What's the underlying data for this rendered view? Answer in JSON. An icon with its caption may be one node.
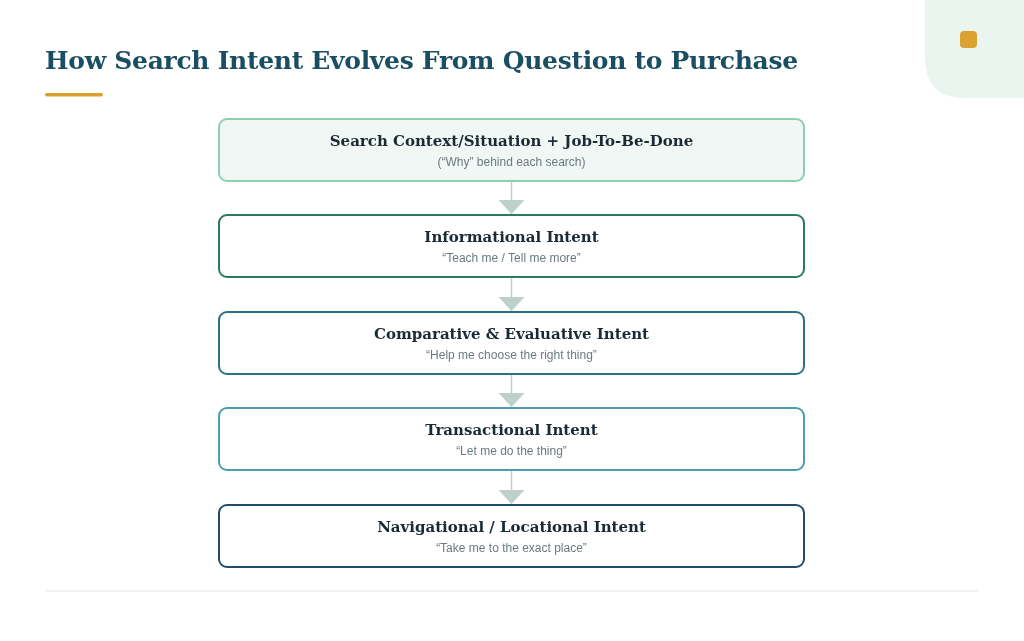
{
  "diagram": {
    "title": "How Search Intent Evolves From Question to Purchase",
    "nodes": [
      {
        "text": [
          "Search Context/Situation + Job-To-Be-Done",
          "(“Why” behind each search)"
        ]
      },
      {
        "text": [
          "Informational Intent",
          "“Teach me / Tell me more”"
        ]
      },
      {
        "text": [
          "Comparative & Evaluative Intent",
          "“Help me choose the right thing”"
        ]
      },
      {
        "text": [
          "Transactional Intent",
          "“Let me do the thing”"
        ]
      },
      {
        "text": [
          "Navigational / Locational Intent",
          "“Take me to the exact place”"
        ]
      }
    ],
    "edges": [
      {
        "from": 0,
        "to": 1,
        "arrow": "to"
      },
      {
        "from": 1,
        "to": 2,
        "arrow": "to"
      },
      {
        "from": 2,
        "to": 3,
        "arrow": "to"
      },
      {
        "from": 3,
        "to": 4,
        "arrow": "to"
      }
    ]
  }
}
